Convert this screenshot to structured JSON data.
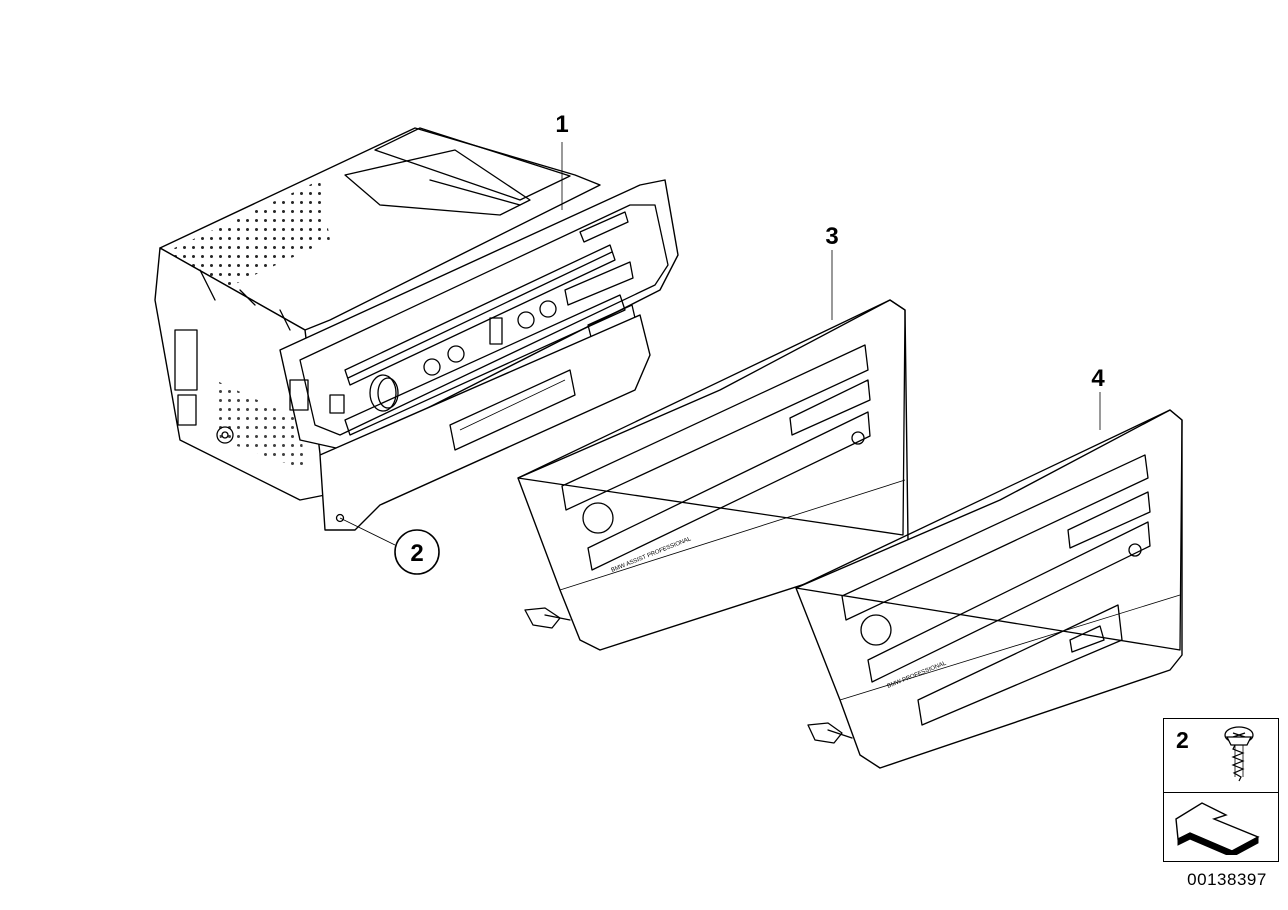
{
  "callouts": {
    "part1": "1",
    "part2": "2",
    "part3": "3",
    "part4": "4"
  },
  "legend": {
    "number": "2",
    "items": [
      "screw-icon",
      "arrow-icon"
    ]
  },
  "diagram_id": "00138397"
}
